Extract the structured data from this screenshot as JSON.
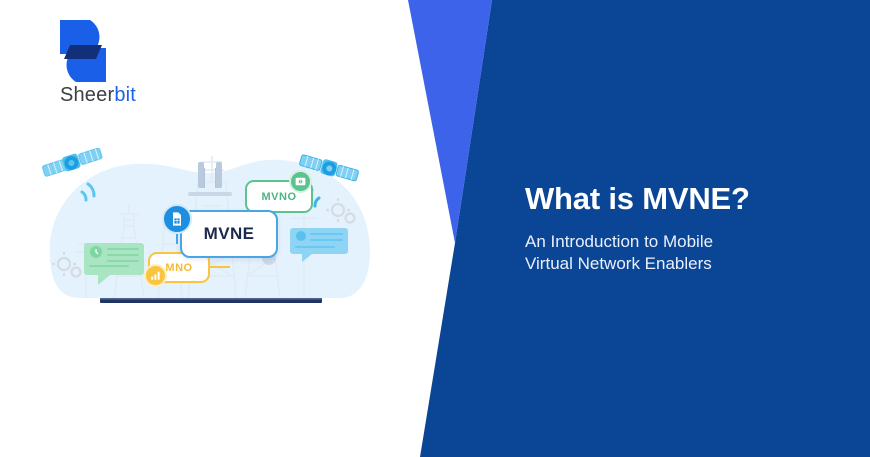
{
  "brand": {
    "name_part_dark": "Sheer",
    "name_part_blue": "bit",
    "logo_icon": "sheerbit-s-logo",
    "colors": {
      "logo_blue": "#1a62e8",
      "logo_navy": "#12307a",
      "text_dark": "#3b3f45"
    }
  },
  "background": {
    "left_color": "#ffffff",
    "accent_triangle_color": "#3d63ea",
    "panel_color": "#0a4695"
  },
  "illustration": {
    "name": "mvne-network-illustration",
    "blob_color": "#e3f2fc",
    "ground_line_color": "#1f3462",
    "cards": [
      {
        "label": "MVNE",
        "border_color": "#49a5e6",
        "text_color": "#1b2a4e",
        "badge_icon": "sim-card-icon",
        "badge_color": "#1e8fe0"
      },
      {
        "label": "MVNO",
        "border_color": "#5bc38f",
        "text_color": "#4cb583",
        "badge_icon": "money-bill-icon",
        "badge_color": "#5bc38f"
      },
      {
        "label": "MNO",
        "border_color": "#fbc43f",
        "text_color": "#f5ba35",
        "badge_icon": "signal-bars-icon",
        "badge_color": "#fbc43f"
      }
    ],
    "decorations": [
      {
        "icon": "satellite-icon",
        "position": "top-left",
        "color": "#5bc6f0"
      },
      {
        "icon": "satellite-icon",
        "position": "top-right",
        "color": "#3fb3e8"
      },
      {
        "icon": "chat-bubble-icon",
        "position": "left",
        "color": "#a9e5c3"
      },
      {
        "icon": "chat-bubble-icon",
        "position": "right",
        "color": "#8ed5f5"
      },
      {
        "icon": "gears-icon",
        "position": "left-lower",
        "color": "#d6dbe2"
      },
      {
        "icon": "gears-icon",
        "position": "right-upper",
        "color": "#d6dbe2"
      },
      {
        "icon": "cell-tower-icon",
        "position": "center",
        "color": "#e8edf5"
      }
    ]
  },
  "content": {
    "headline": "What is MVNE?",
    "subhead_line1": "An Introduction to Mobile",
    "subhead_line2": "Virtual Network Enablers"
  }
}
